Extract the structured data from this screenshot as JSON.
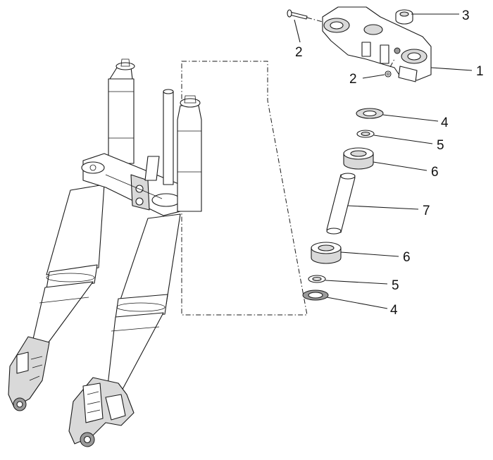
{
  "diagram": {
    "callouts": [
      {
        "id": "c3",
        "number": "3"
      },
      {
        "id": "c2a",
        "number": "2"
      },
      {
        "id": "c1",
        "number": "1"
      },
      {
        "id": "c2b",
        "number": "2"
      },
      {
        "id": "c4a",
        "number": "4"
      },
      {
        "id": "c5a",
        "number": "5"
      },
      {
        "id": "c6a",
        "number": "6"
      },
      {
        "id": "c7",
        "number": "7"
      },
      {
        "id": "c6b",
        "number": "6"
      },
      {
        "id": "c5b",
        "number": "5"
      },
      {
        "id": "c4b",
        "number": "4"
      }
    ]
  }
}
